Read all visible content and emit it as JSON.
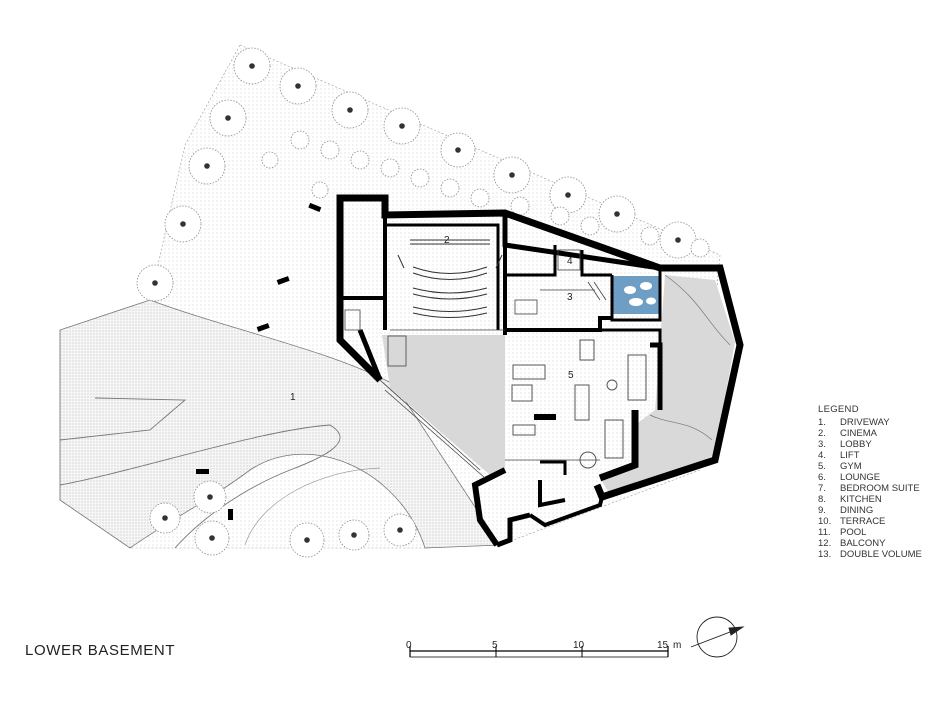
{
  "drawing_title": "LOWER BASEMENT",
  "legend": {
    "title": "LEGEND",
    "items": [
      {
        "num": "1.",
        "label": "DRIVEWAY"
      },
      {
        "num": "2.",
        "label": "CINEMA"
      },
      {
        "num": "3.",
        "label": "LOBBY"
      },
      {
        "num": "4.",
        "label": "LIFT"
      },
      {
        "num": "5.",
        "label": "GYM"
      },
      {
        "num": "6.",
        "label": "LOUNGE"
      },
      {
        "num": "7.",
        "label": "BEDROOM SUITE"
      },
      {
        "num": "8.",
        "label": "KITCHEN"
      },
      {
        "num": "9.",
        "label": "DINING"
      },
      {
        "num": "10.",
        "label": "TERRACE"
      },
      {
        "num": "11.",
        "label": "POOL"
      },
      {
        "num": "12.",
        "label": "BALCONY"
      },
      {
        "num": "13.",
        "label": "DOUBLE VOLUME"
      }
    ]
  },
  "room_labels": {
    "driveway": "1",
    "cinema": "2",
    "lobby": "3",
    "lift": "4",
    "gym": "5"
  },
  "scale_bar": {
    "ticks": [
      "0",
      "5",
      "10",
      "15"
    ],
    "unit": "m"
  },
  "icons": [
    "north-arrow-icon"
  ],
  "colors": {
    "line": "#000000",
    "double_volume_grey": "#d9d9d9",
    "pool_blue": "#6e9ec4",
    "landscape": "#f1f1f1"
  }
}
